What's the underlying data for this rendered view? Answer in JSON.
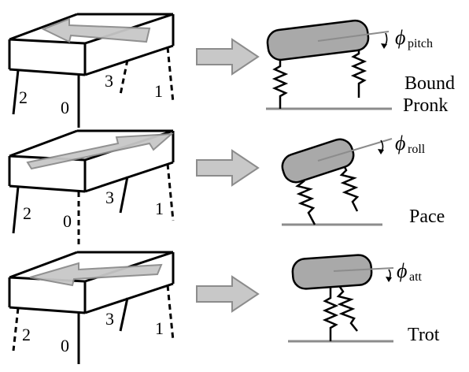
{
  "rows": [
    {
      "gait_lines": [
        "Bound",
        "Pronk"
      ],
      "angle_symbol": "ϕ",
      "angle_subscript": "pitch",
      "leg_labels": [
        "2",
        "0",
        "3",
        "1"
      ]
    },
    {
      "gait_lines": [
        "Pace"
      ],
      "angle_symbol": "ϕ",
      "angle_subscript": "roll",
      "leg_labels": [
        "2",
        "0",
        "3",
        "1"
      ]
    },
    {
      "gait_lines": [
        "Trot"
      ],
      "angle_symbol": "ϕ",
      "angle_subscript": "att",
      "leg_labels": [
        "2",
        "0",
        "3",
        "1"
      ]
    }
  ],
  "colors": {
    "arrow_fill": "#c8c8c8",
    "arrow_stroke": "#8c8c8c",
    "body_fill": "#a9a9a9",
    "ground": "#8c8c8c",
    "ink": "#000000"
  }
}
